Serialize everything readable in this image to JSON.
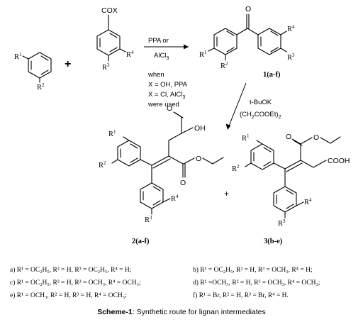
{
  "reactant1": {
    "r1": "R",
    "r1_sup": "1",
    "r2": "R",
    "r2_sup": "2"
  },
  "reactant2": {
    "cox": "COX",
    "r3": "R",
    "r3_sup": "3",
    "r4": "R",
    "r4_sup": "4"
  },
  "plus_sign": "+",
  "reaction1": {
    "reagent_top": "PPA or",
    "reagent_bottom": "AlCl",
    "reagent_bottom_sub": "3",
    "conditions": [
      "when",
      "X = OH, PPA",
      "X = Cl, AlCl",
      "were used"
    ],
    "conditions_sub": "3"
  },
  "product1": {
    "o": "O",
    "r1": "R",
    "r1_sup": "1",
    "r2": "R",
    "r2_sup": "2",
    "r3": "R",
    "r3_sup": "3",
    "r4": "R",
    "r4_sup": "4",
    "label": "1(a-f)"
  },
  "reaction2": {
    "reagent1": "t-BuOK",
    "reagent2_pre": "(CH",
    "reagent2_sub1": "2",
    "reagent2_post": "COOEt)",
    "reagent2_sub2": "2"
  },
  "product2": {
    "r1": "R",
    "r1_sup": "1",
    "r2": "R",
    "r2_sup": "2",
    "r3": "R",
    "r3_sup": "3",
    "r4": "R",
    "r4_sup": "4",
    "oh": "OH",
    "o1": "O",
    "o2": "O",
    "o3": "O",
    "label": "2(a-f)"
  },
  "product3": {
    "r1": "R",
    "r1_sup": "1",
    "r2": "R",
    "r2_sup": "2",
    "r3": "R",
    "r3_sup": "3",
    "r4": "R",
    "r4_sup": "4",
    "o1": "O",
    "o2": "O",
    "cooh": "COOH",
    "label": "3(b-e)"
  },
  "substituents": [
    "a) R¹ = OC₂H₅, R² = H, R³ = OC₂H₅, R⁴ = H;",
    "b) R¹ = OC₂H₅, R² = H, R³ = OCH₃, R⁴ = H;",
    "c) R¹ = OC₂H₅, R² = H, R³ = OCH₃, R⁴ = OCH₃;",
    "d) R¹ =OCH₃, R² = H, R³ = OCH₃, R⁴ = OCH₃;",
    "e) R¹ = OCH₃, R² = H, R³ = H, R⁴ = OCH₃;",
    "f) R¹ = Br, R² = H, R³ = Br, R⁴ = H."
  ],
  "caption": {
    "bold": "Scheme-1",
    "text": ": Synthetic route for lignan intermediates"
  }
}
